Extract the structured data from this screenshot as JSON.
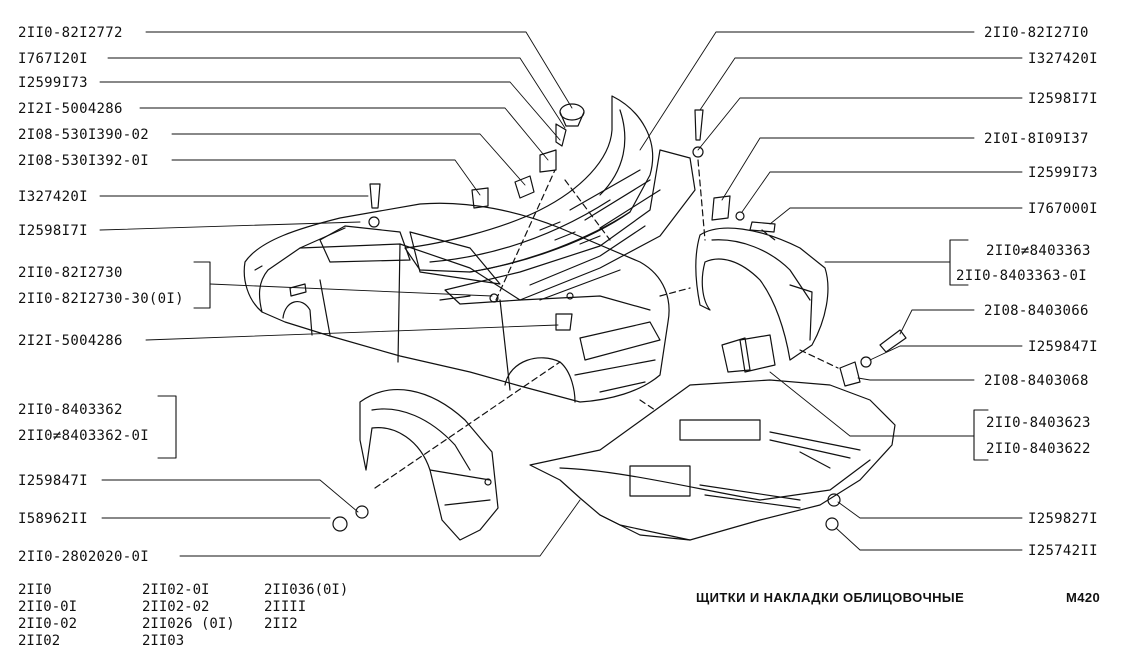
{
  "title": "ЩИТКИ И НАКЛАДКИ ОБЛИЦОВОЧНЫЕ",
  "page_code": "M420",
  "labels_left": [
    "2II0-82I2772",
    "I767I20I",
    "I2599I73",
    "2I2I-5004286",
    "2I08-530I390-02",
    "2I08-530I392-0I",
    "I327420I",
    "I2598I7I",
    "2II0-82I2730",
    "2II0-82I2730-30(0I)",
    "2I2I-5004286",
    "2II0-8403362",
    "2II0≠8403362-0I",
    "I259847I",
    "I58962II",
    "2II0-2802020-0I"
  ],
  "labels_right": [
    "2II0-82I27I0",
    "I327420I",
    "I2598I7I",
    "2I0I-8I09I37",
    "I2599I73",
    "I767000I",
    "2II0≠8403363",
    "2II0-8403363-0I",
    "2I08-8403066",
    "I259847I",
    "2I08-8403068",
    "2II0-8403623",
    "2II0-8403622",
    "I259827I",
    "I25742II"
  ],
  "models": [
    "2II0",
    "2II0-0I",
    "2II0-02",
    "2II02",
    "2II02-0I",
    "2II02-02",
    "2II026  (0I)",
    "2II03",
    "2II036(0I)",
    "2IIII",
    "2II2"
  ],
  "colors": {
    "ink": "#111111",
    "background": "#ffffff"
  }
}
